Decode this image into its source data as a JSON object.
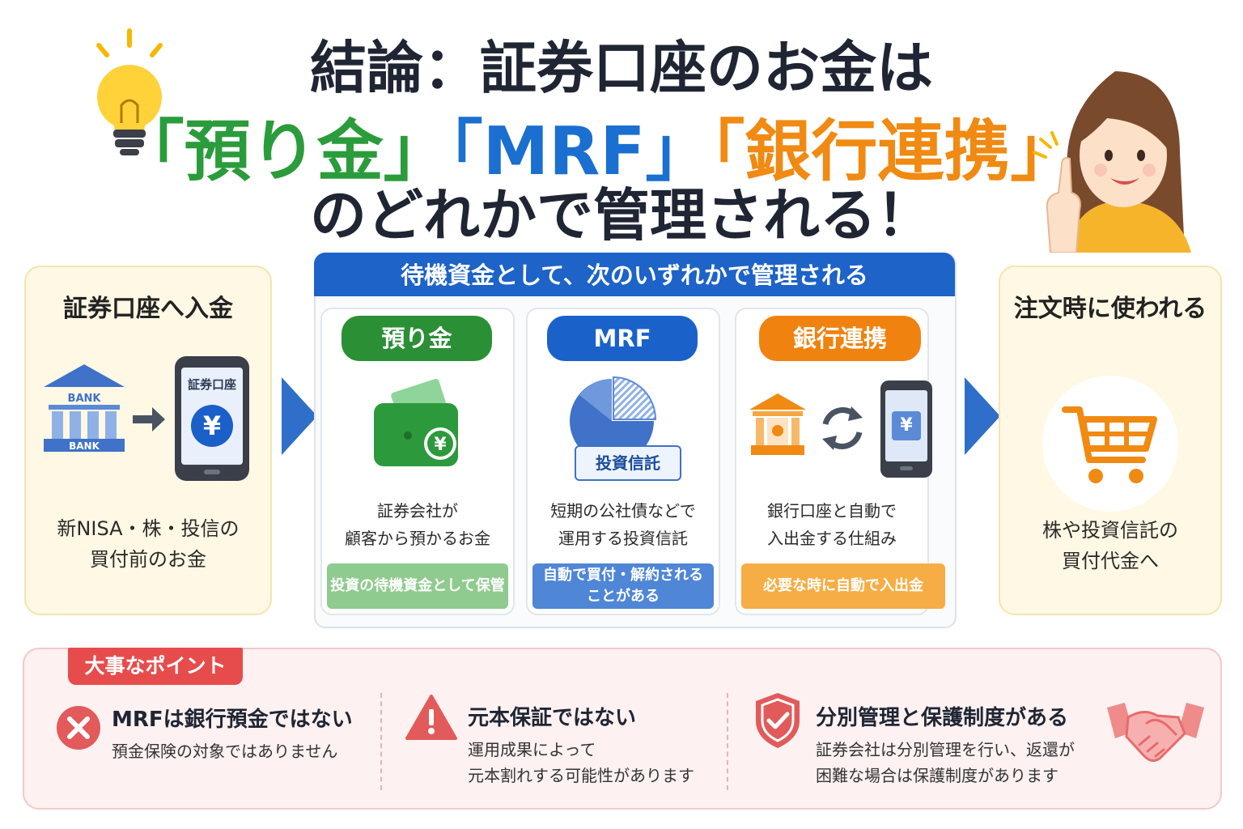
{
  "title": {
    "line1": "結論：証券口座のお金は",
    "line2": {
      "part1": "「預り金」",
      "part2": "「MRF」",
      "part3": "「銀行連携」"
    },
    "line3": "のどれかで管理される！"
  },
  "left_box": {
    "title": "証券口座へ入金",
    "bank_label_top": "BANK",
    "bank_label_bottom": "BANK",
    "phone_label": "証券口座",
    "yen": "¥",
    "desc_line1": "新NISA・株・投信の",
    "desc_line2": "買付前のお金"
  },
  "middle": {
    "header": "待機資金として、次のいずれかで管理される",
    "cards": [
      {
        "title": "預り金",
        "desc_line1": "証券会社が",
        "desc_line2": "顧客から預かるお金",
        "foot_line1": "投資の待機資金として保管",
        "foot_line2": "",
        "yen": "¥"
      },
      {
        "title": "MRF",
        "desc_line1": "短期の公社債などで",
        "desc_line2": "運用する投資信託",
        "foot_line1": "自動で買付・解約される",
        "foot_line2": "ことがある",
        "label": "投資信託"
      },
      {
        "title": "銀行連携",
        "desc_line1": "銀行口座と自動で",
        "desc_line2": "入出金する仕組み",
        "foot_line1": "必要な時に自動で入出金",
        "foot_line2": "",
        "yen": "¥"
      }
    ]
  },
  "right_box": {
    "title": "注文時に使われる",
    "desc_line1": "株や投資信託の",
    "desc_line2": "買付代金へ"
  },
  "points": {
    "tag": "大事なポイント",
    "items": [
      {
        "title": "MRFは銀行預金ではない",
        "desc_line1": "預金保険の対象ではありません",
        "desc_line2": ""
      },
      {
        "title": "元本保証ではない",
        "desc_line1": "運用成果によって",
        "desc_line2": "元本割れする可能性があります"
      },
      {
        "title": "分別管理と保護制度がある",
        "desc_line1": "証券会社は分別管理を行い、返還が",
        "desc_line2": "困難な場合は保護制度があります"
      }
    ]
  },
  "colors": {
    "green": "#2b9c3b",
    "blue": "#1b6fd0",
    "orange": "#f08a12",
    "header_blue": "#1d63c8",
    "red": "#e74c4c",
    "cream": "#fff8e4"
  },
  "icons": [
    "lightbulb-icon",
    "woman-pointing-illustration",
    "bank-icon",
    "arrow-right-icon",
    "smartphone-icon",
    "wallet-icon",
    "pie-chart-icon",
    "sync-icon",
    "shopping-cart-icon",
    "error-x-icon",
    "warning-icon",
    "shield-check-icon",
    "handshake-icon"
  ]
}
